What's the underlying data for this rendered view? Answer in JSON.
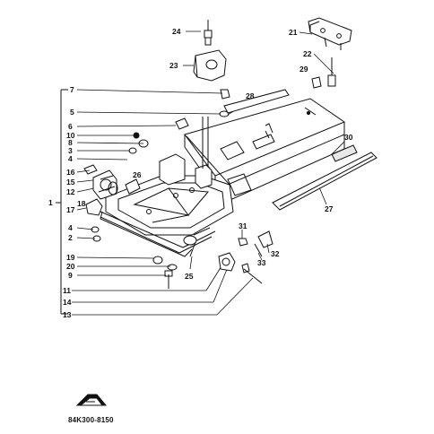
{
  "diagram": {
    "code": "84K300-8150",
    "callouts": {
      "c1": "1",
      "c2": "2",
      "c3": "3",
      "c4": "4",
      "c5": "5",
      "c6": "6",
      "c7": "7",
      "c8": "8",
      "c9": "9",
      "c10": "10",
      "c11": "11",
      "c12": "12",
      "c13": "13",
      "c14": "14",
      "c15": "15",
      "c16": "16",
      "c17": "17",
      "c18": "18",
      "c19": "19",
      "c20": "20",
      "c21": "21",
      "c22": "22",
      "c23": "23",
      "c24": "24",
      "c25": "25",
      "c26": "26",
      "c27": "27",
      "c28": "28",
      "c29": "29",
      "c30": "30",
      "c31": "31",
      "c32": "32",
      "c33": "33"
    }
  },
  "colors": {
    "ink": "#111111",
    "paper": "#ffffff",
    "shade": "#cfcfcf"
  }
}
